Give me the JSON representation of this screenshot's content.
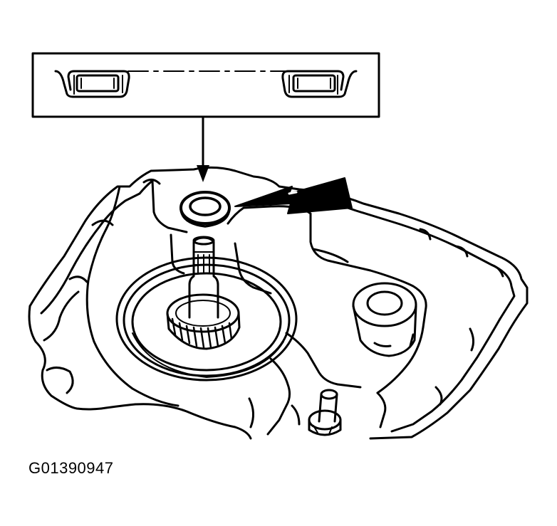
{
  "figure": {
    "id_label": "G01390947",
    "ink_color": "#000000",
    "paper_color": "#ffffff",
    "callout": {
      "kind": "cross-section-detail",
      "depicts": "seal-cross-section"
    },
    "pointer_arrow": {
      "icon": "arrow-down-icon",
      "direction": "down"
    },
    "location_arrow": {
      "icon": "arrow-left-icon",
      "direction": "left"
    },
    "parts": [
      {
        "name": "oil-seal"
      },
      {
        "name": "input-shaft"
      },
      {
        "name": "gear"
      },
      {
        "name": "transaxle-case"
      },
      {
        "name": "bolt"
      }
    ]
  }
}
